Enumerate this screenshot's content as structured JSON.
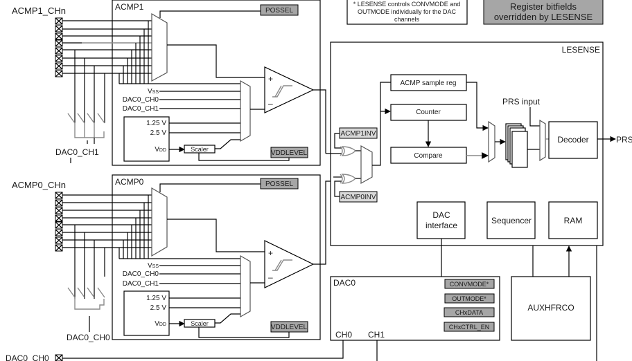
{
  "diagram": {
    "acmp1": {
      "block_label": "ACMP1",
      "pins_label": "ACMP1_CHn",
      "possel": "POSSEL",
      "vddlevel": "VDDLEVEL",
      "neg_inputs": [
        "VSS",
        "DAC0_CH0",
        "DAC0_CH1"
      ],
      "vss_main": "V",
      "vss_sub": "SS",
      "ref_labels": [
        "1.25 V",
        "2.5 V"
      ],
      "vdd_main": "V",
      "vdd_sub": "DD",
      "scaler": "Scaler",
      "dac_switch_label": "DAC0_CH1",
      "plus": "+",
      "minus": "–"
    },
    "acmp0": {
      "block_label": "ACMP0",
      "pins_label": "ACMP0_CHn",
      "possel": "POSSEL",
      "vddlevel": "VDDLEVEL",
      "neg_inputs": [
        "VSS",
        "DAC0_CH0",
        "DAC0_CH1"
      ],
      "vss_main": "V",
      "vss_sub": "SS",
      "ref_labels": [
        "1.25 V",
        "2.5 V"
      ],
      "vdd_main": "V",
      "vdd_sub": "DD",
      "scaler": "Scaler",
      "dac_switch_label": "DAC0_CH0",
      "plus": "+",
      "minus": "–"
    },
    "notes": {
      "footnote": [
        "* LESENSE controls CONVMODE and",
        "OUTMODE individually for the DAC",
        "channels"
      ],
      "legend": [
        "Register bitfields",
        "overridden by LESENSE"
      ]
    },
    "lesense": {
      "label": "LESENSE",
      "acmp1inv": "ACMP1INV",
      "acmp0inv": "ACMP0INV",
      "sample_reg": "ACMP sample reg",
      "counter": "Counter",
      "compare": "Compare",
      "prs_input": "PRS input",
      "decoder": "Decoder",
      "prs_out": "PRS",
      "dac_interface": [
        "DAC",
        "interface"
      ],
      "sequencer": "Sequencer",
      "ram": "RAM"
    },
    "dac0": {
      "label": "DAC0",
      "registers": [
        "CONVMODE*",
        "OUTMODE*",
        "CHxDATA",
        "CHxCTRL_EN"
      ],
      "ch0": "CH0",
      "ch1": "CH1"
    },
    "auxhfrco": "AUXHFRCO",
    "dac_pin_label": "DAC0_CH0"
  }
}
